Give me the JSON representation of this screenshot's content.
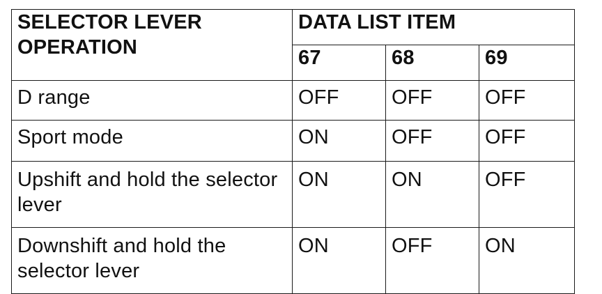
{
  "table": {
    "header": {
      "operation_label": "SELECTOR LEVER OPERATION",
      "group_label": "DATA LIST ITEM",
      "items": [
        "67",
        "68",
        "69"
      ]
    },
    "rows": [
      {
        "operation": "D range",
        "values": [
          "OFF",
          "OFF",
          "OFF"
        ]
      },
      {
        "operation": "Sport mode",
        "values": [
          "ON",
          "OFF",
          "OFF"
        ]
      },
      {
        "operation": "Upshift and hold the selector lever",
        "values": [
          "ON",
          "ON",
          "OFF"
        ]
      },
      {
        "operation": "Downshift and hold the selector lever",
        "values": [
          "ON",
          "OFF",
          "ON"
        ]
      }
    ]
  }
}
